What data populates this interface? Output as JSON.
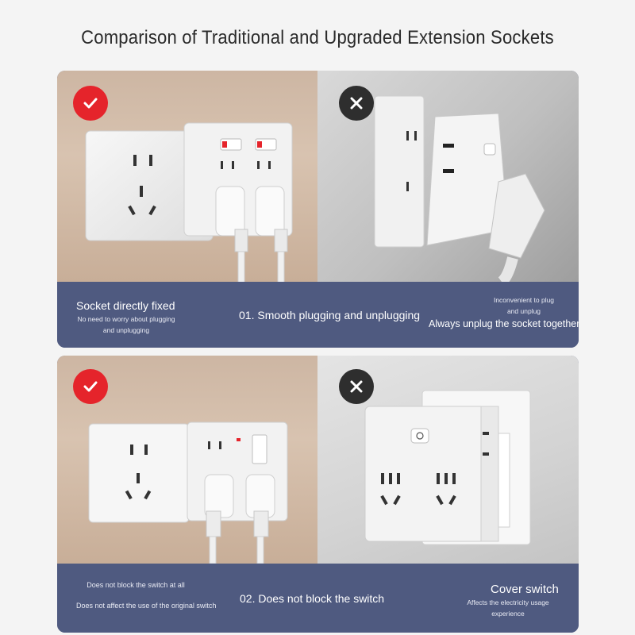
{
  "page": {
    "title": "Comparison of Traditional and Upgraded Extension Sockets"
  },
  "panel_top": {
    "left_caption": {
      "heading": "Socket directly fixed",
      "sub": "No need to worry about plugging and unplugging"
    },
    "center_caption": "01. Smooth plugging and unplugging",
    "right_caption": {
      "small": "Inconvenient to plug and unplug",
      "heading": "Always unplug the socket together"
    },
    "left_badge_icon": "check-icon",
    "right_badge_icon": "cross-icon"
  },
  "panel_bottom": {
    "left_caption": {
      "line1": "Does not block the switch at all",
      "line2": "Does not affect the use of the original switch"
    },
    "center_caption": "02. Does not block the switch",
    "right_caption": {
      "heading": "Cover switch",
      "sub": "Affects the electricity usage experience"
    },
    "left_badge_icon": "check-icon",
    "right_badge_icon": "cross-icon"
  },
  "colors": {
    "caption_bg": "#4f5a80",
    "check_badge": "#e5242b",
    "cross_badge": "#2e2e2e"
  }
}
